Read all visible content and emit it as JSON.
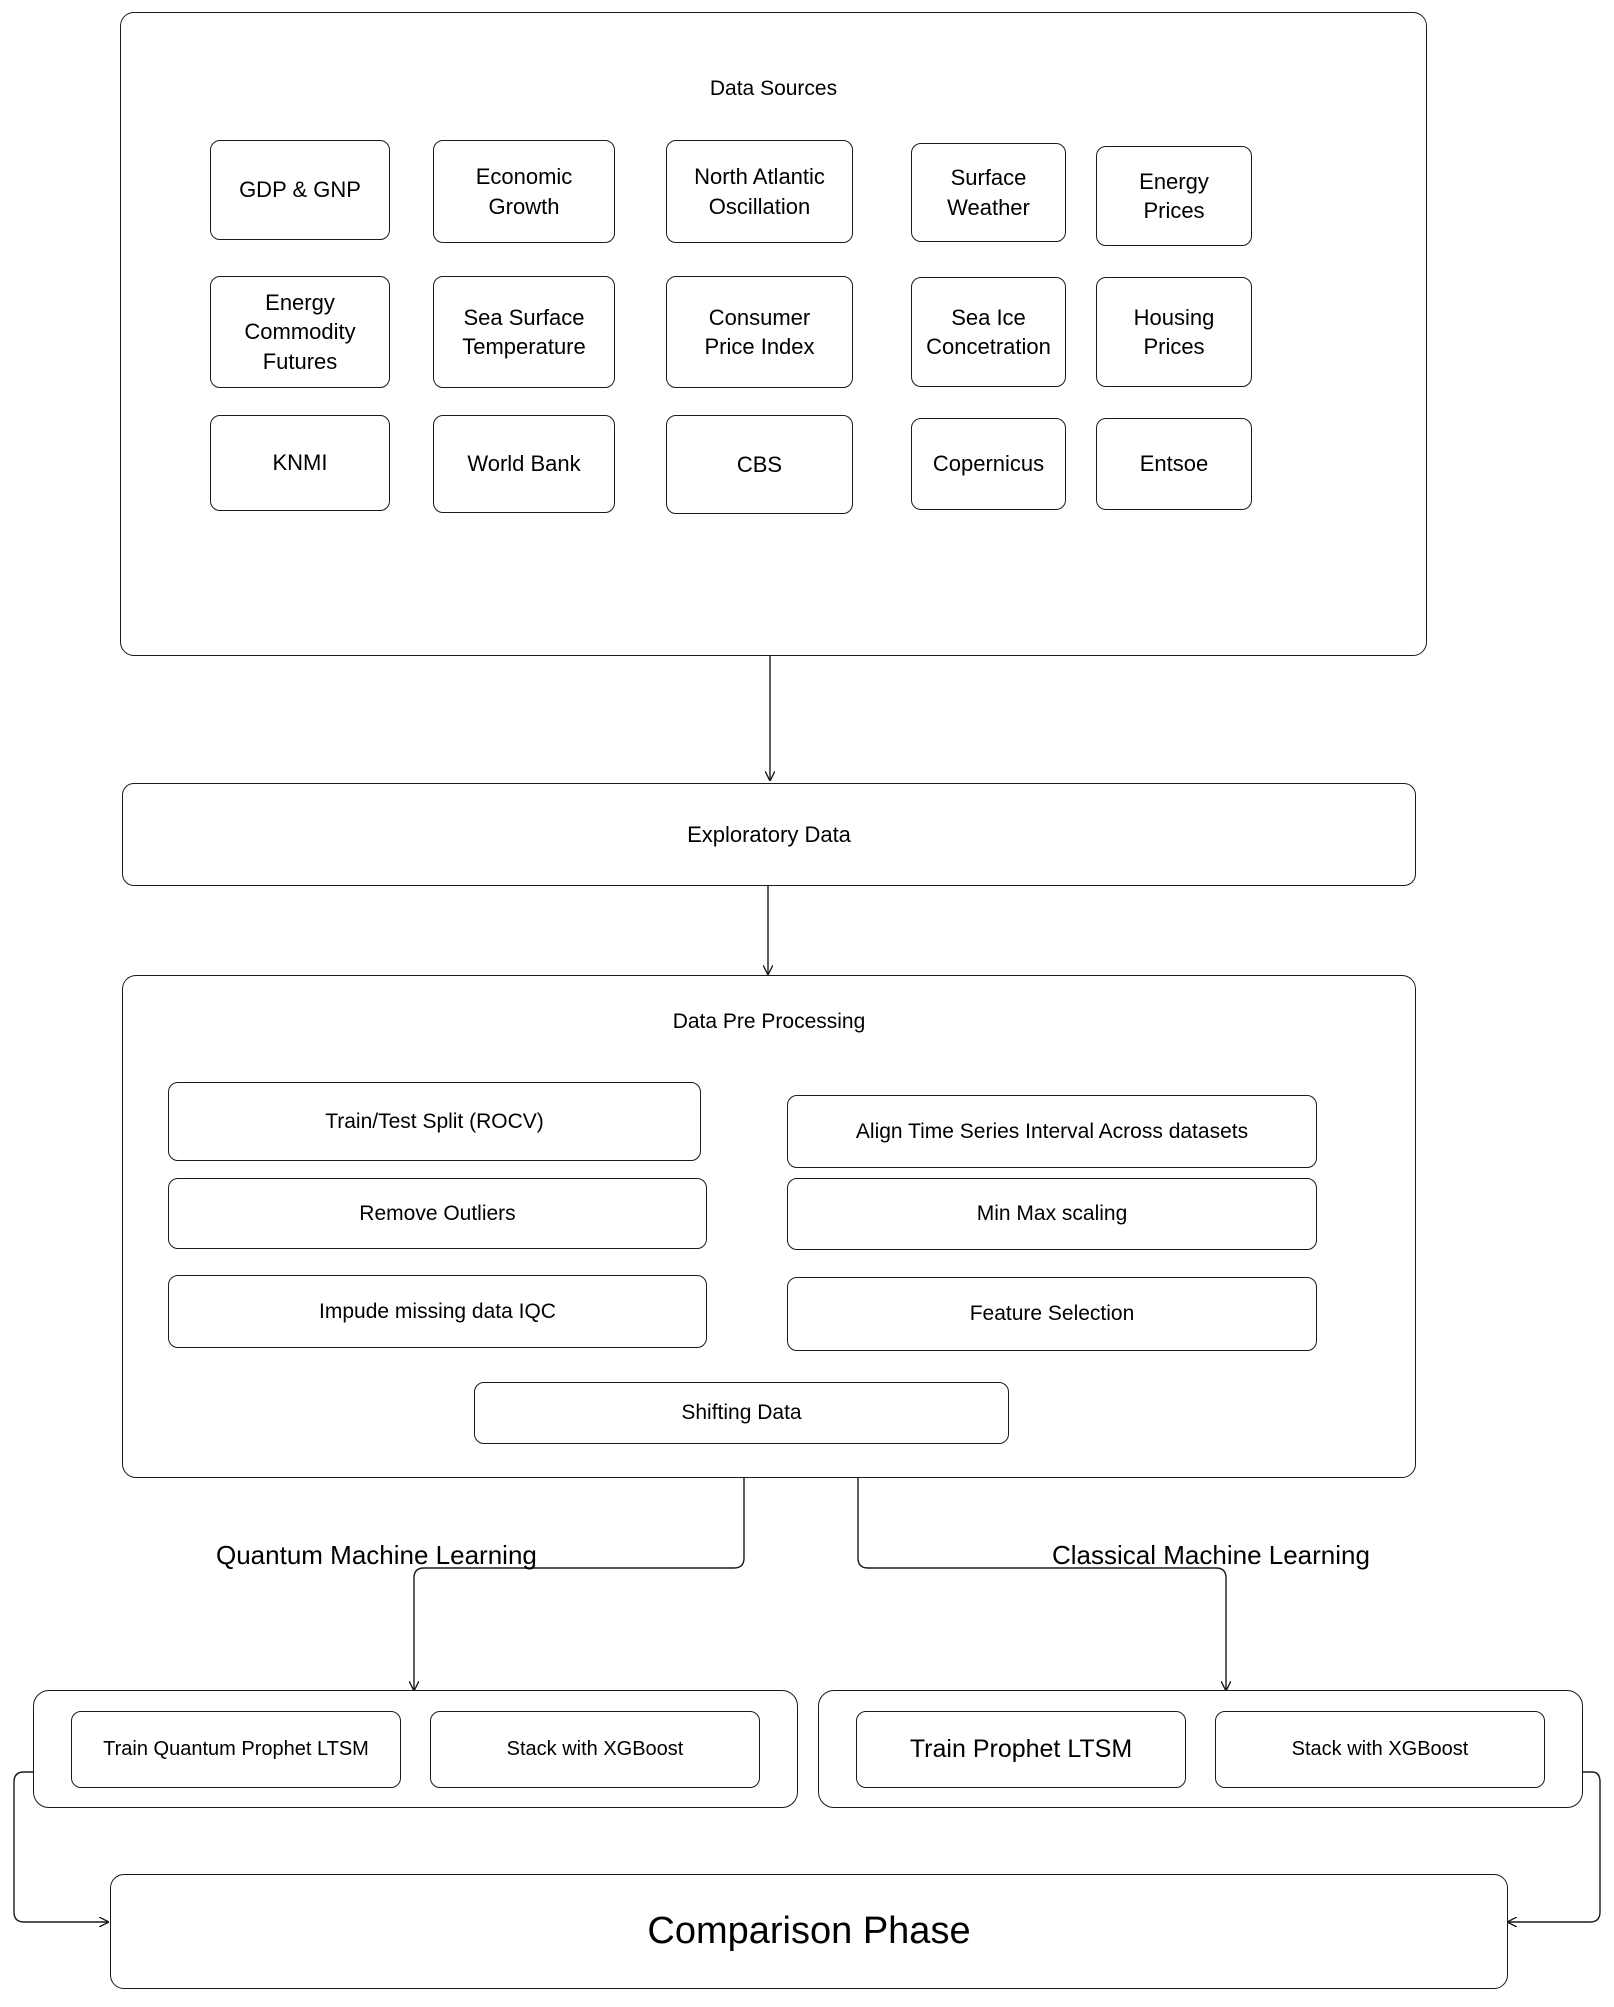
{
  "diagram": {
    "title": "Machine Learning Pipeline Flowchart",
    "stroke_color": "#1a1a1a",
    "background_color": "#ffffff"
  },
  "data_sources": {
    "title": "Data Sources",
    "items": [
      {
        "label": "GDP & GNP"
      },
      {
        "label": "Economic\nGrowth"
      },
      {
        "label": "North Atlantic\nOscillation"
      },
      {
        "label": "Surface\nWeather"
      },
      {
        "label": "Energy\nPrices"
      },
      {
        "label": "Energy\nCommodity\nFutures"
      },
      {
        "label": "Sea Surface\nTemperature"
      },
      {
        "label": "Consumer\nPrice Index"
      },
      {
        "label": "Sea Ice\nConcetration"
      },
      {
        "label": "Housing\nPrices"
      },
      {
        "label": "KNMI"
      },
      {
        "label": "World Bank"
      },
      {
        "label": "CBS"
      },
      {
        "label": "Copernicus"
      },
      {
        "label": "Entsoe"
      }
    ]
  },
  "exploratory": {
    "label": "Exploratory Data"
  },
  "preprocessing": {
    "title": "Data Pre Processing",
    "left_items": [
      {
        "label": "Train/Test Split (ROCV)"
      },
      {
        "label": "Remove Outliers"
      },
      {
        "label": "Impude missing data IQC"
      }
    ],
    "right_items": [
      {
        "label": "Align Time Series Interval Across datasets"
      },
      {
        "label": "Min Max scaling"
      },
      {
        "label": "Feature Selection"
      }
    ],
    "bottom_item": {
      "label": "Shifting Data"
    }
  },
  "branches": {
    "quantum_label": "Quantum Machine Learning",
    "classical_label": "Classical Machine Learning"
  },
  "quantum_panel": {
    "items": [
      {
        "label": "Train Quantum Prophet LTSM"
      },
      {
        "label": "Stack with XGBoost"
      }
    ]
  },
  "classical_panel": {
    "items": [
      {
        "label": "Train  Prophet LTSM"
      },
      {
        "label": "Stack with XGBoost"
      }
    ]
  },
  "comparison": {
    "label": "Comparison Phase"
  }
}
